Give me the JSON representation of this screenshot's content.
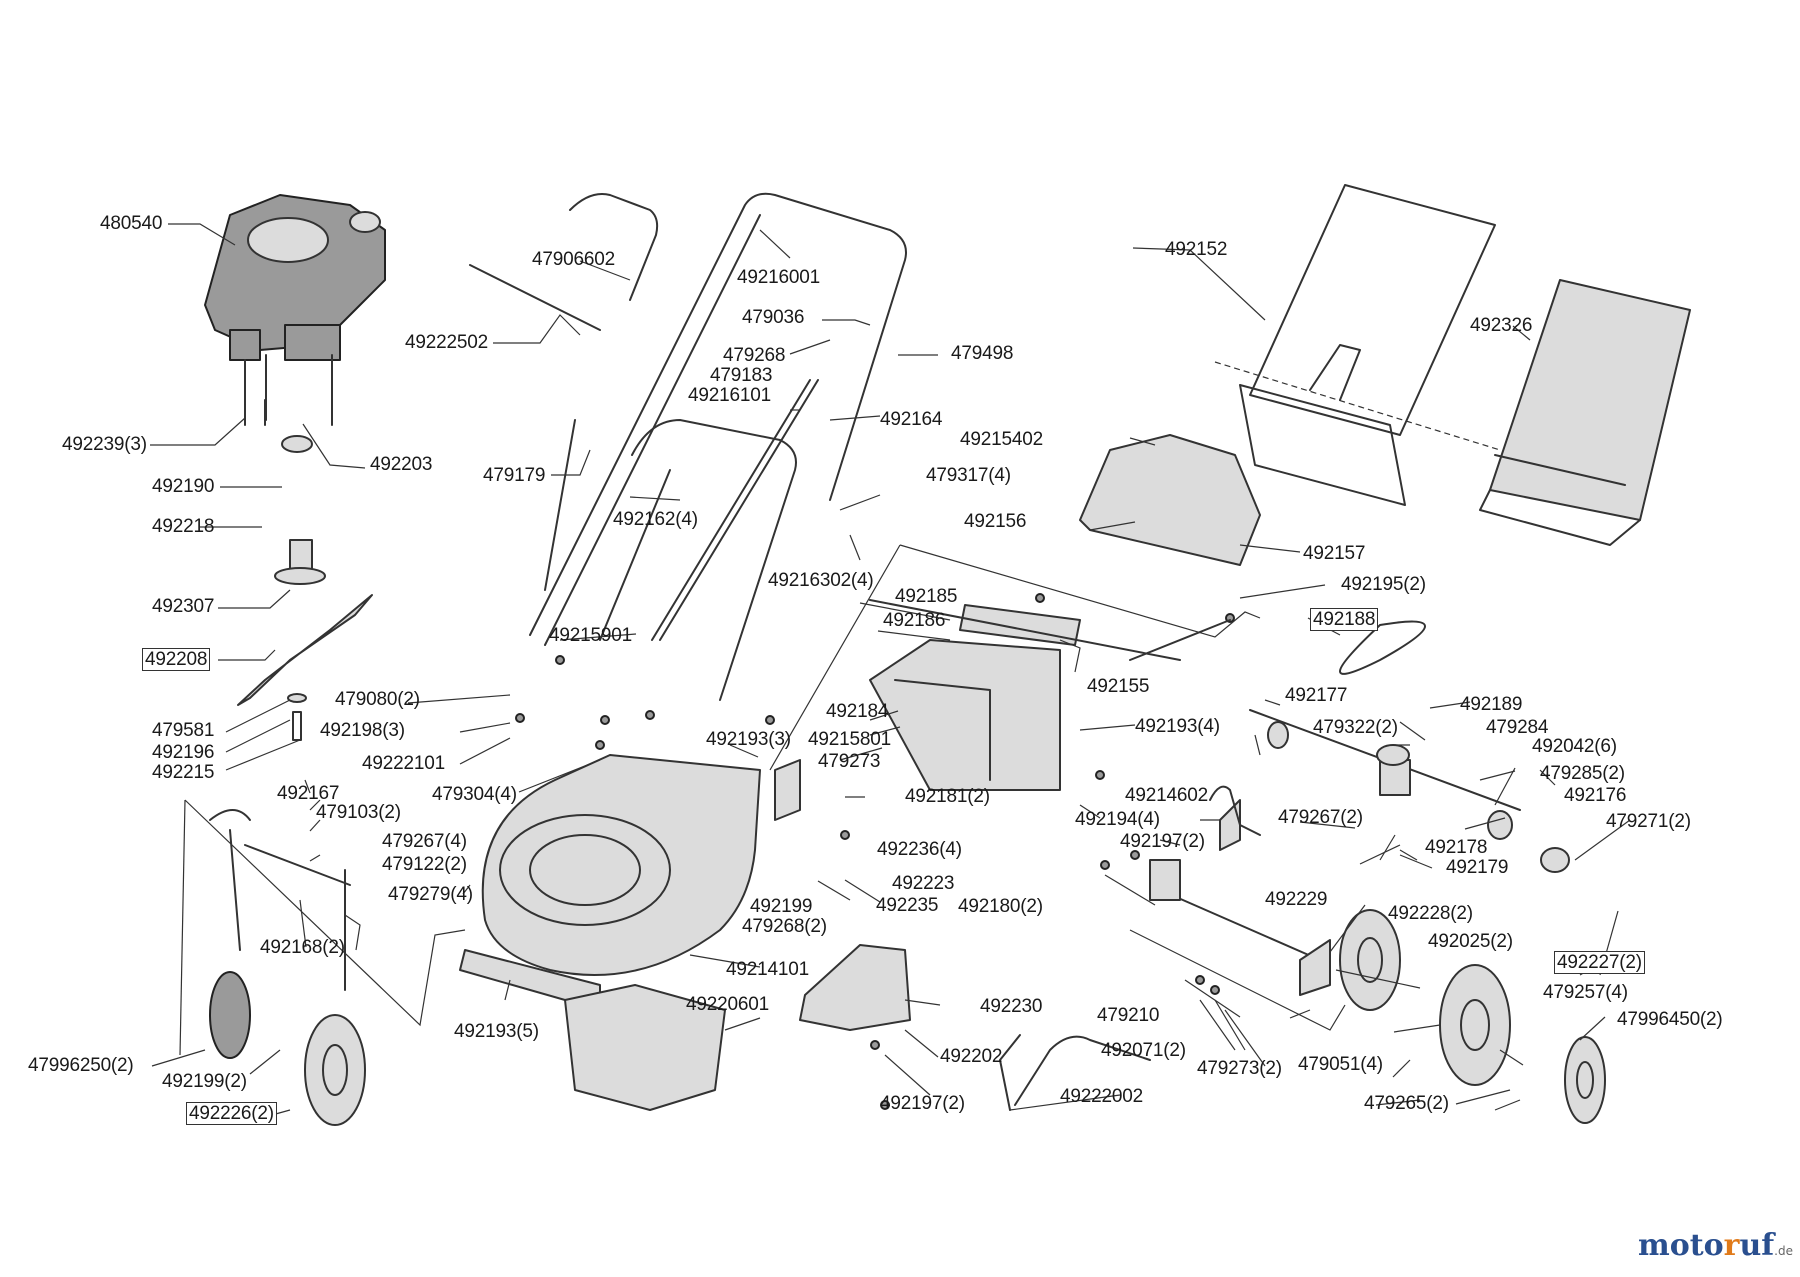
{
  "labels": {
    "l480540": "480540",
    "l492239": "492239(3)",
    "l492190": "492190",
    "l492203": "492203",
    "l492218": "492218",
    "l492307": "492307",
    "l492208": "492208",
    "l479581": "479581",
    "l492196": "492196",
    "l492215": "492215",
    "l47906602": "47906602",
    "l49222502": "49222502",
    "l49216001": "49216001",
    "l479036": "479036",
    "l479268": "479268",
    "l479498": "479498",
    "l479183": "479183",
    "l49216101": "49216101",
    "l492164": "492164",
    "l479179": "479179",
    "l492162": "492162(4)",
    "l479317": "479317(4)",
    "l49216302": "49216302(4)",
    "l49215901": "49215901",
    "l479080": "479080(2)",
    "l492198": "492198(3)",
    "l49222101": "49222101",
    "l492193a": "492193(3)",
    "l479304": "479304(4)",
    "l492167": "492167",
    "l479103": "479103(2)",
    "l479267a": "479267(4)",
    "l479122": "479122(2)",
    "l479279": "479279(4)",
    "l492168": "492168(2)",
    "l492193b": "492193(5)",
    "l47996250": "47996250(2)",
    "l492199a": "492199(2)",
    "l492226": "492226(2)",
    "l49220601": "49220601",
    "l49214101": "49214101",
    "l492199b": "492199",
    "l479268b": "479268(2)",
    "l492223": "492223",
    "l492235": "492235",
    "l492230": "492230",
    "l492202": "492202",
    "l492197a": "492197(2)",
    "l49222002": "49222002",
    "l492152": "492152",
    "l492326": "492326",
    "l49215402": "49215402",
    "l492156": "492156",
    "l492157": "492157",
    "l492195": "492195(2)",
    "l492188": "492188",
    "l492185": "492185",
    "l492186": "492186",
    "l492155": "492155",
    "l492184": "492184",
    "l49215801": "49215801",
    "l479273a": "479273",
    "l492181": "492181(2)",
    "l492236": "492236(4)",
    "l492193c": "492193(4)",
    "l49214602": "49214602",
    "l492194": "492194(4)",
    "l492197b": "492197(2)",
    "l479267b": "479267(2)",
    "l492180": "492180(2)",
    "l492229": "492229",
    "l492177": "492177",
    "l479322": "479322(2)",
    "l492189": "492189",
    "l479284": "479284",
    "l492042": "492042(6)",
    "l479285": "479285(2)",
    "l492176": "492176",
    "l492178": "492178",
    "l492179": "492179",
    "l479271": "479271(2)",
    "l492228": "492228(2)",
    "l492025": "492025(2)",
    "l492227": "492227(2)",
    "l479257": "479257(4)",
    "l47996450": "47996450(2)",
    "l479210": "479210",
    "l492071": "492071(2)",
    "l479273b": "479273(2)",
    "l479051": "479051(4)",
    "l479265": "479265(2)"
  },
  "watermark": {
    "part1": "moto",
    "part2": "r",
    "part3": "uf",
    "suffix": ".de"
  },
  "icons": [
    "engine-icon",
    "blade-icon",
    "handle-icon",
    "grass-bag-icon",
    "wheel-icon",
    "deck-icon"
  ]
}
